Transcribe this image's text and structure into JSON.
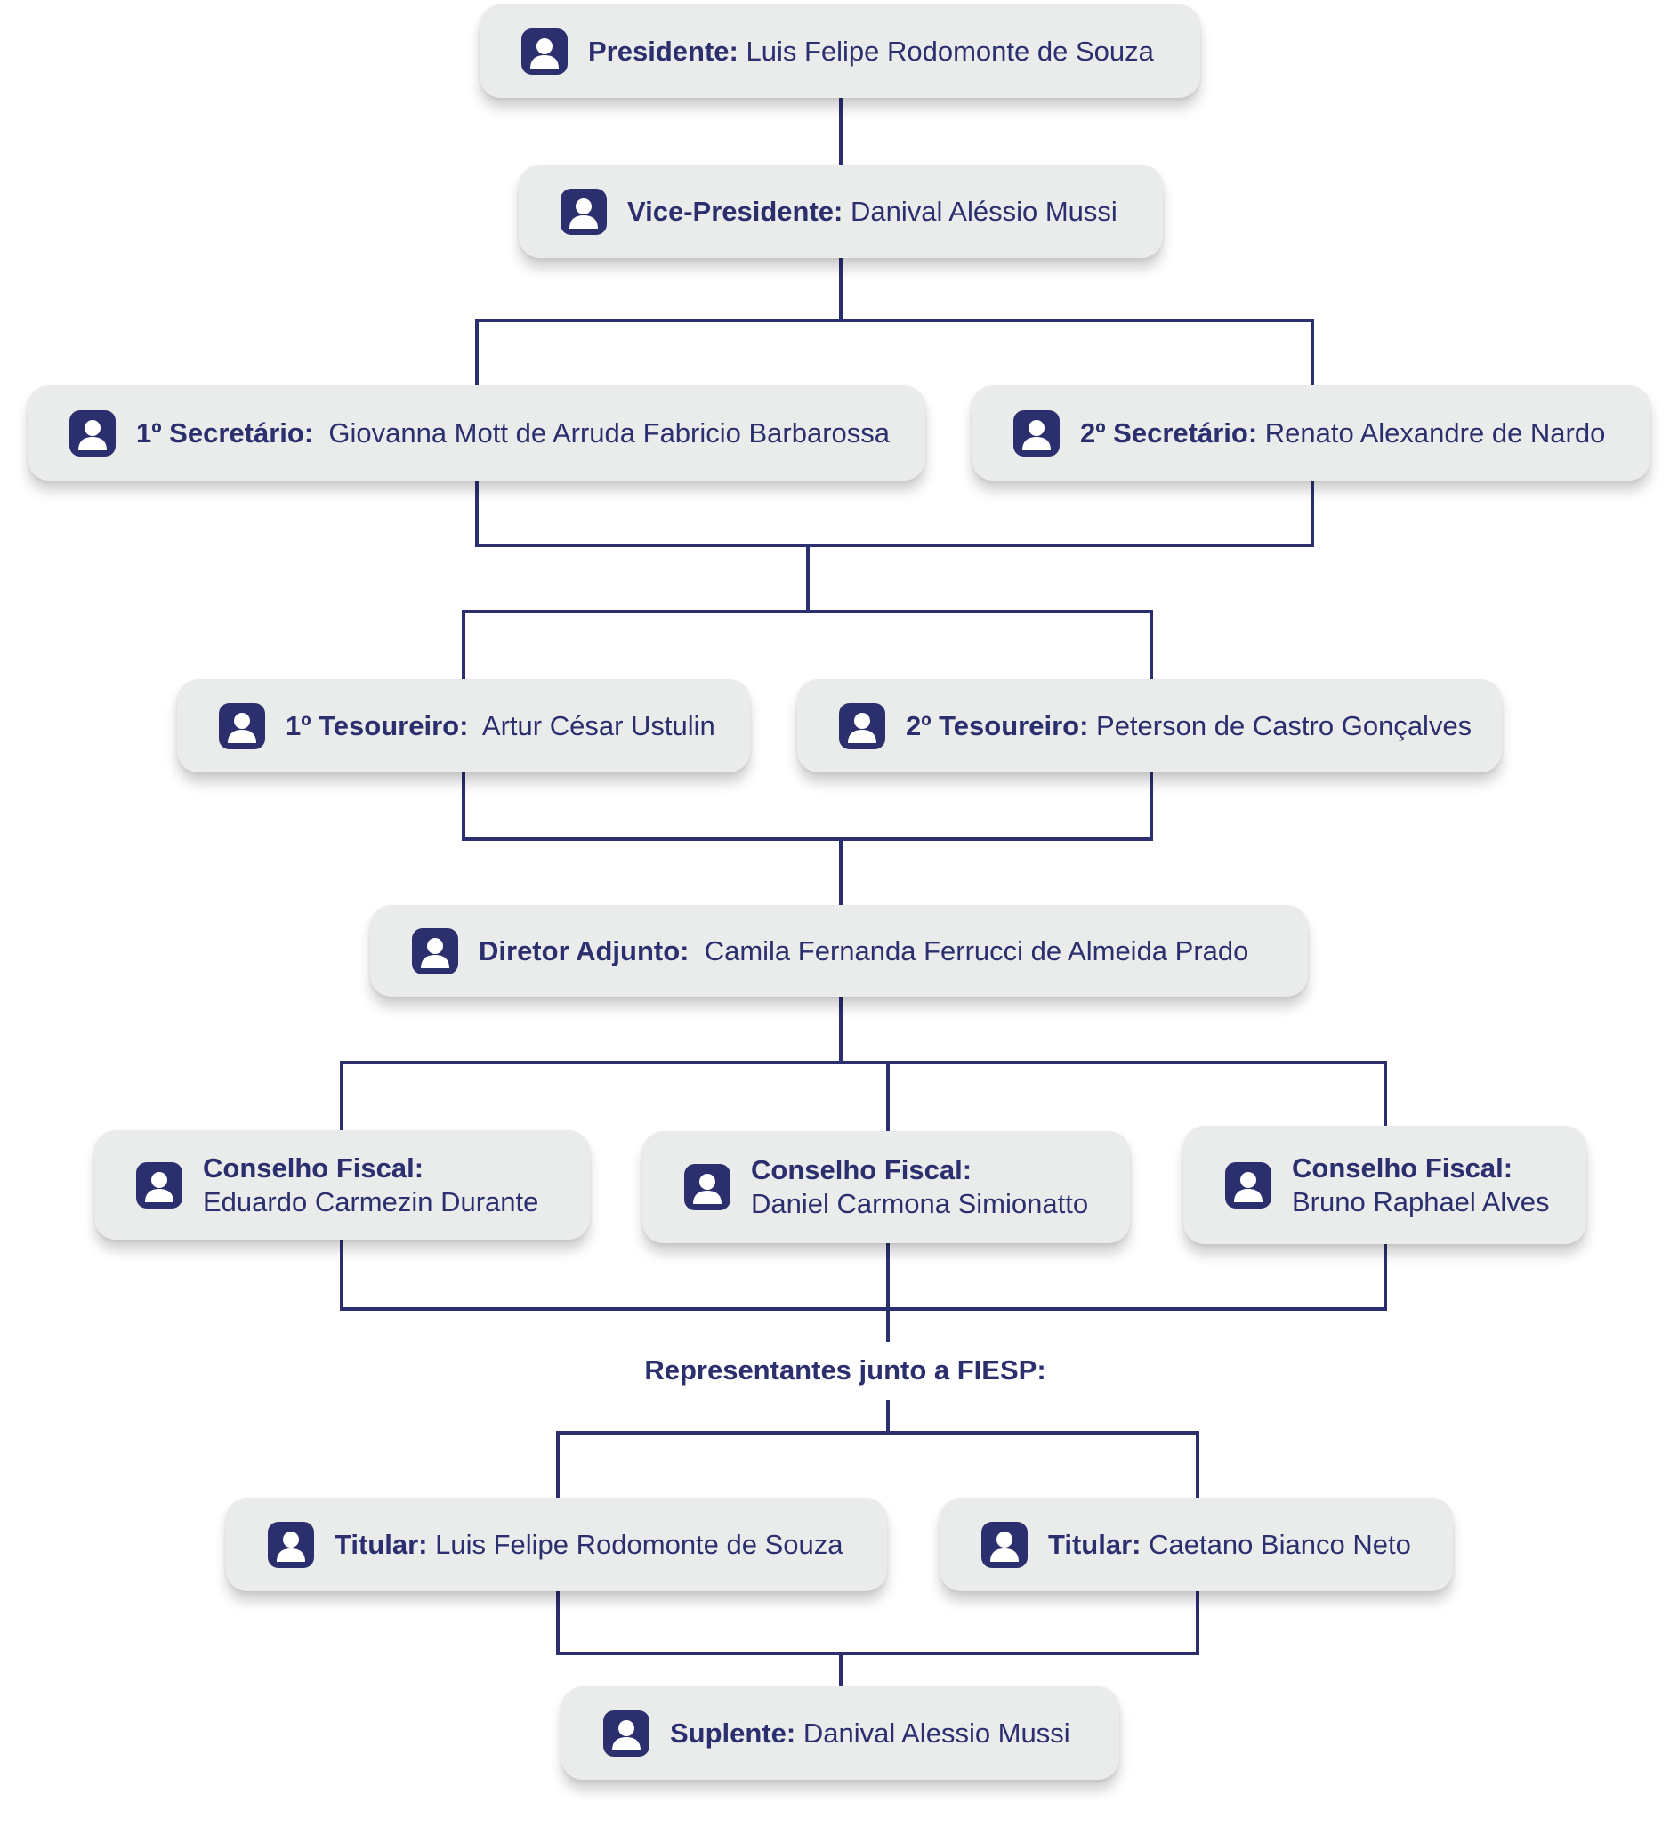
{
  "colors": {
    "line": "#2b2f6e",
    "box": "#eaebeb",
    "text": "#2b2f6e"
  },
  "nodes": {
    "presidente": {
      "role": "Presidente:",
      "name": " Luis Felipe Rodomonte de Souza",
      "icon": "user-avatar-icon"
    },
    "vice": {
      "role": "Vice-Presidente:",
      "name": " Danival Aléssio Mussi",
      "icon": "user-avatar-icon"
    },
    "sec1": {
      "role": "1º Secretário:",
      "name": "  Giovanna Mott de Arruda Fabricio Barbarossa",
      "icon": "user-avatar-icon"
    },
    "sec2": {
      "role": "2º Secretário:",
      "name": " Renato Alexandre de Nardo",
      "icon": "user-avatar-icon"
    },
    "tes1": {
      "role": "1º Tesoureiro:",
      "name": "  Artur César Ustulin",
      "icon": "user-avatar-icon"
    },
    "tes2": {
      "role": "2º Tesoureiro:",
      "name": " Peterson de Castro Gonçalves",
      "icon": "user-avatar-icon"
    },
    "adjunto": {
      "role": "Diretor Adjunto:",
      "name": "  Camila Fernanda Ferrucci de Almeida Prado",
      "icon": "user-avatar-icon"
    },
    "cf1": {
      "role": "Conselho Fiscal:",
      "name": "Eduardo Carmezin Durante",
      "icon": "user-avatar-icon"
    },
    "cf2": {
      "role": "Conselho Fiscal:",
      "name": "Daniel Carmona Simionatto",
      "icon": "user-avatar-icon"
    },
    "cf3": {
      "role": "Conselho Fiscal:",
      "name": "Bruno Raphael Alves",
      "icon": "user-avatar-icon"
    },
    "tit1": {
      "role": "Titular:",
      "name": " Luis Felipe Rodomonte de Souza",
      "icon": "user-avatar-icon"
    },
    "tit2": {
      "role": "Titular:",
      "name": " Caetano Bianco Neto",
      "icon": "user-avatar-icon"
    },
    "suplente": {
      "role": "Suplente:",
      "name": " Danival Alessio Mussi",
      "icon": "user-avatar-icon"
    }
  },
  "fiesp_heading": "Representantes junto a FIESP:"
}
